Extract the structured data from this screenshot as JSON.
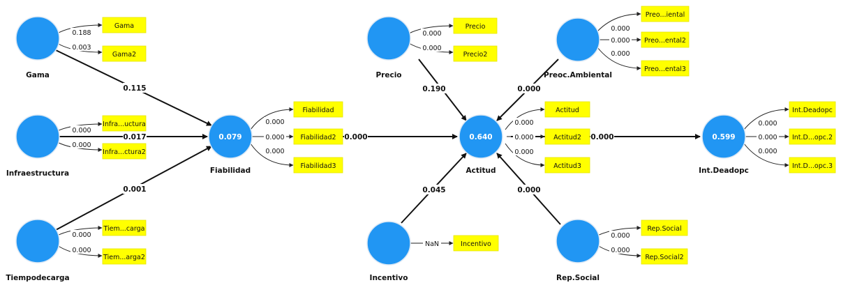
{
  "colors": {
    "construct": "#2196f3",
    "indicator": "#ffff00",
    "line": "#111111"
  },
  "constructs": {
    "gama": {
      "label": "Gama",
      "r2": ""
    },
    "infraestructura": {
      "label": "Infraestructura",
      "r2": ""
    },
    "tiempodecarga": {
      "label": "Tiempodecarga",
      "r2": ""
    },
    "fiabilidad": {
      "label": "Fiabilidad",
      "r2": "0.079"
    },
    "precio": {
      "label": "Precio",
      "r2": ""
    },
    "incentivo": {
      "label": "Incentivo",
      "r2": ""
    },
    "actitud": {
      "label": "Actitud",
      "r2": "0.640"
    },
    "preoc_ambiental": {
      "label": "Preoc.Ambiental",
      "r2": ""
    },
    "rep_social": {
      "label": "Rep.Social",
      "r2": ""
    },
    "int_deadopc": {
      "label": "Int.Deadopc",
      "r2": "0.599"
    }
  },
  "indicators": {
    "gama": [
      {
        "label": "Gama",
        "weight": "0.188"
      },
      {
        "label": "Gama2",
        "weight": "0.003"
      }
    ],
    "infraestructura": [
      {
        "label": "Infra...uctura",
        "weight": "0.000"
      },
      {
        "label": "Infra...ctura2",
        "weight": "0.000"
      }
    ],
    "tiempodecarga": [
      {
        "label": "Tiem...carga",
        "weight": "0.000"
      },
      {
        "label": "Tiem...arga2",
        "weight": "0.000"
      }
    ],
    "fiabilidad": [
      {
        "label": "Fiabilidad",
        "weight": "0.000"
      },
      {
        "label": "Fiabilidad2",
        "weight": "0.000"
      },
      {
        "label": "Fiabilidad3",
        "weight": "0.000"
      }
    ],
    "precio": [
      {
        "label": "Precio",
        "weight": "0.000"
      },
      {
        "label": "Precio2",
        "weight": "0.000"
      }
    ],
    "incentivo": [
      {
        "label": "Incentivo",
        "weight": "NaN"
      }
    ],
    "actitud": [
      {
        "label": "Actitud",
        "weight": "0.000"
      },
      {
        "label": "Actitud2",
        "weight": "0.000"
      },
      {
        "label": "Actitud3",
        "weight": "0.000"
      }
    ],
    "preoc_ambiental": [
      {
        "label": "Preo...iental",
        "weight": "0.000"
      },
      {
        "label": "Preo...ental2",
        "weight": "0.000"
      },
      {
        "label": "Preo...ental3",
        "weight": "0.000"
      }
    ],
    "rep_social": [
      {
        "label": "Rep.Social",
        "weight": "0.000"
      },
      {
        "label": "Rep.Social2",
        "weight": "0.000"
      }
    ],
    "int_deadopc": [
      {
        "label": "Int.Deadopc",
        "weight": "0.000"
      },
      {
        "label": "Int.D...opc.2",
        "weight": "0.000"
      },
      {
        "label": "Int.D...opc.3",
        "weight": "0.000"
      }
    ]
  },
  "paths": {
    "gama_fiabilidad": "0.115",
    "infra_fiabilidad": "0.017",
    "tiempo_fiabilidad": "0.001",
    "fiabilidad_actitud": "0.000",
    "precio_actitud": "0.190",
    "incentivo_actitud": "0.045",
    "preoc_actitud": "0.000",
    "rep_actitud": "0.000",
    "actitud_int": "0.000"
  }
}
